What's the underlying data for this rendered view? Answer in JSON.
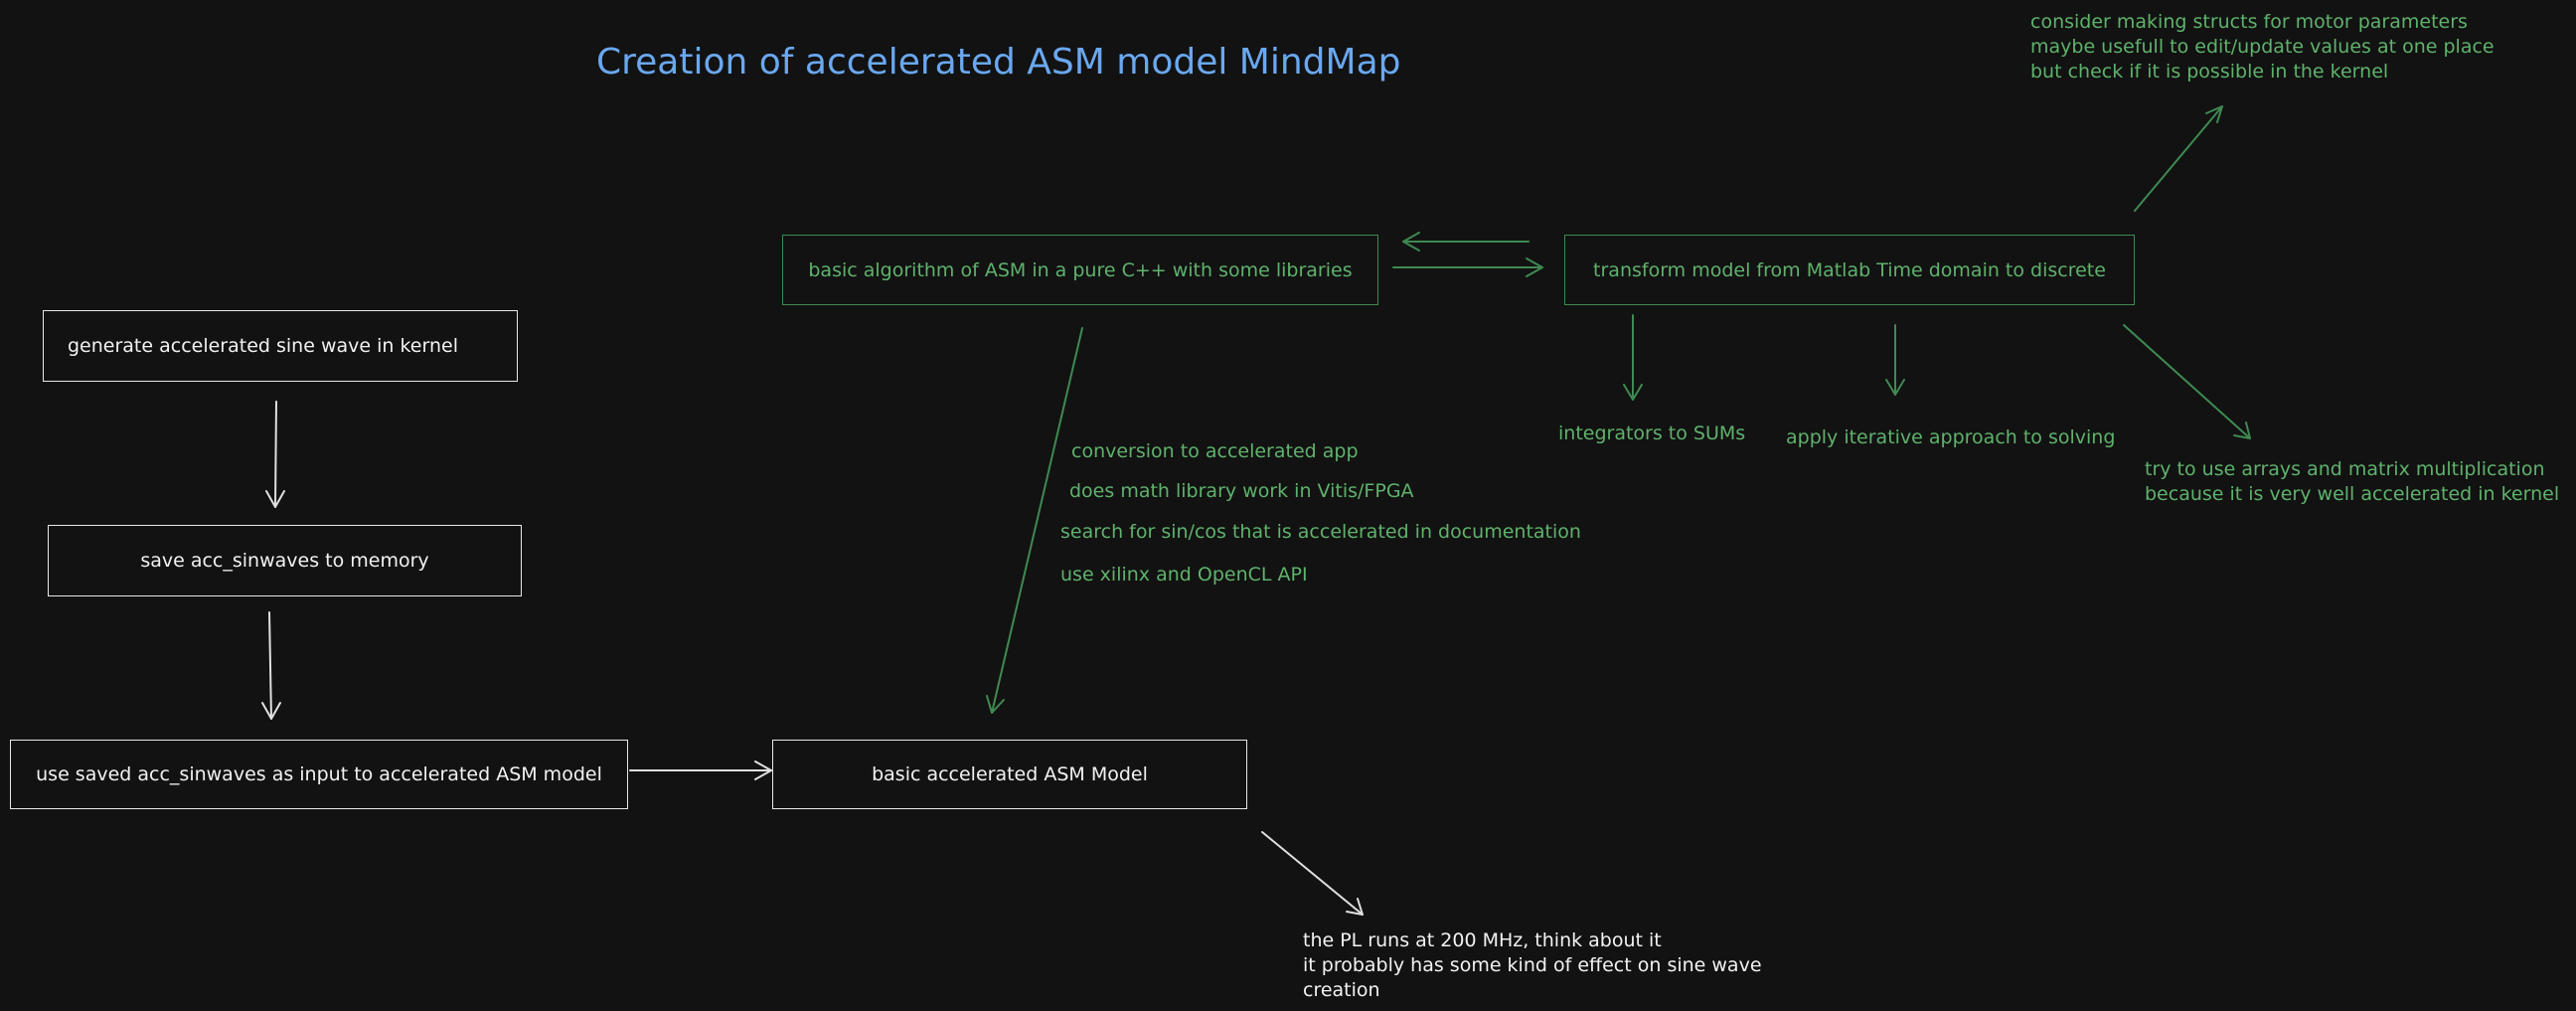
{
  "title": "Creation of accelerated ASM model MindMap",
  "colors": {
    "background": "#121212",
    "title": "#6aa8f0",
    "green": "#5fb26c",
    "white": "#f2f2f2"
  },
  "nodes": {
    "basic_algorithm": "basic algorithm of ASM in a pure C++ with some libraries",
    "transform_model": "transform model from Matlab Time domain to discrete",
    "generate_sine": "generate accelerated sine wave in kernel",
    "save_sinwaves": "save acc_sinwaves to memory",
    "use_saved": "use saved acc_sinwaves as input to accelerated ASM model",
    "basic_accelerated": "basic accelerated ASM Model"
  },
  "notes": {
    "consider_structs": [
      "consider making structs for motor parameters",
      "maybe usefull to edit/update values at one place",
      "but check if it is possible in the kernel"
    ],
    "integrators": "integrators to SUMs",
    "iterative": "apply iterative approach to solving",
    "arrays": [
      "try to use arrays and matrix multiplication",
      "because it is very well accelerated in kernel"
    ],
    "conversion": [
      "conversion to accelerated app",
      "does math library work in Vitis/FPGA",
      "search for sin/cos that is accelerated in documentation",
      "use xilinx and OpenCL API"
    ],
    "pl_runs": [
      "the PL runs at 200 MHz, think about it",
      "it probably has some kind of effect on sine wave",
      "creation"
    ]
  }
}
